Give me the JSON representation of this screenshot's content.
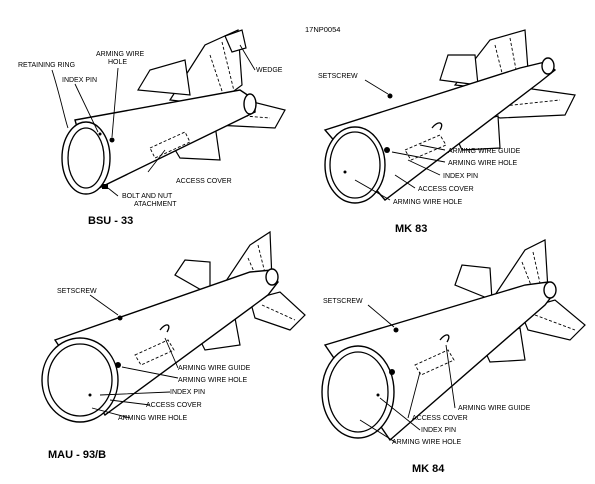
{
  "figure_code": "17NP0054",
  "panels": {
    "bsu33": {
      "title": "BSU - 33",
      "labels": {
        "retaining_ring": "RETAINING RING",
        "index_pin": "INDEX PIN",
        "arming_wire_hole_1": "ARMING WIRE",
        "arming_wire_hole_2": "HOLE",
        "wedge": "WEDGE",
        "access_cover": "ACCESS COVER",
        "bolt_nut_1": "BOLT AND NUT",
        "bolt_nut_2": "ATACHMENT"
      }
    },
    "mk83": {
      "title": "MK 83",
      "labels": {
        "setscrew": "SETSCREW",
        "arming_wire_guide": "ARMING WIRE GUIDE",
        "arming_wire_hole": "ARMING WIRE HOLE",
        "index_pin": "INDEX PIN",
        "access_cover": "ACCESS COVER",
        "arming_wire_hole_2": "ARMING WIRE HOLE"
      }
    },
    "mau93b": {
      "title": "MAU - 93/B",
      "labels": {
        "setscrew": "SETSCREW",
        "arming_wire_guide": "ARMING WIRE GUIDE",
        "arming_wire_hole": "ARMING WIRE HOLE",
        "index_pin": "INDEX PIN",
        "access_cover": "ACCESS COVER",
        "arming_wire_hole_2": "ARMING WIRE HOLE"
      }
    },
    "mk84": {
      "title": "MK 84",
      "labels": {
        "setscrew": "SETSCREW",
        "arming_wire_guide": "ARMING WIRE GUIDE",
        "access_cover": "ACCESS COVER",
        "index_pin": "INDEX PIN",
        "arming_wire_hole": "ARMING WIRE HOLE"
      }
    }
  }
}
